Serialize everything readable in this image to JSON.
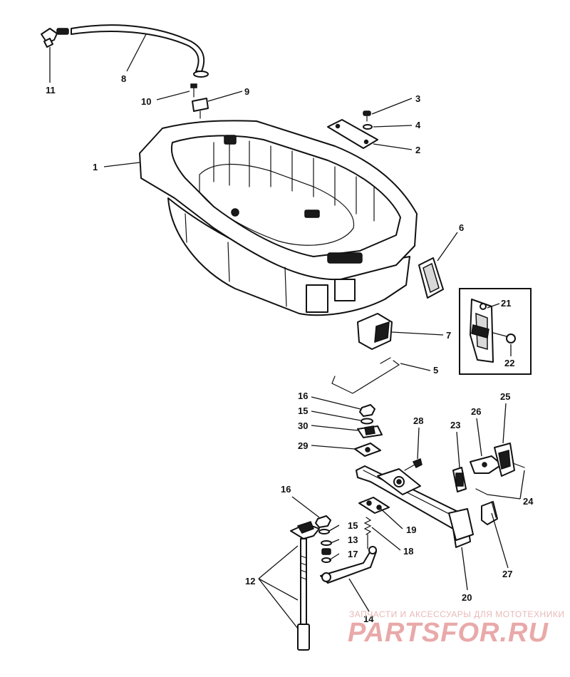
{
  "diagram": {
    "callouts": [
      "1",
      "2",
      "3",
      "4",
      "5",
      "6",
      "7",
      "8",
      "9",
      "10",
      "11",
      "12",
      "13",
      "14",
      "15",
      "15",
      "16",
      "16",
      "17",
      "18",
      "19",
      "20",
      "21",
      "22",
      "23",
      "24",
      "25",
      "26",
      "27",
      "28",
      "29",
      "30"
    ]
  },
  "watermark": {
    "tagline": "ЗАПЧАСТИ И АКСЕССУАРЫ ДЛЯ МОТОТЕХНИКИ",
    "logo": "PARTSFOR.RU"
  },
  "colors": {
    "ink": "#111111",
    "watermark": "#e9a9a9",
    "background": "#ffffff"
  }
}
